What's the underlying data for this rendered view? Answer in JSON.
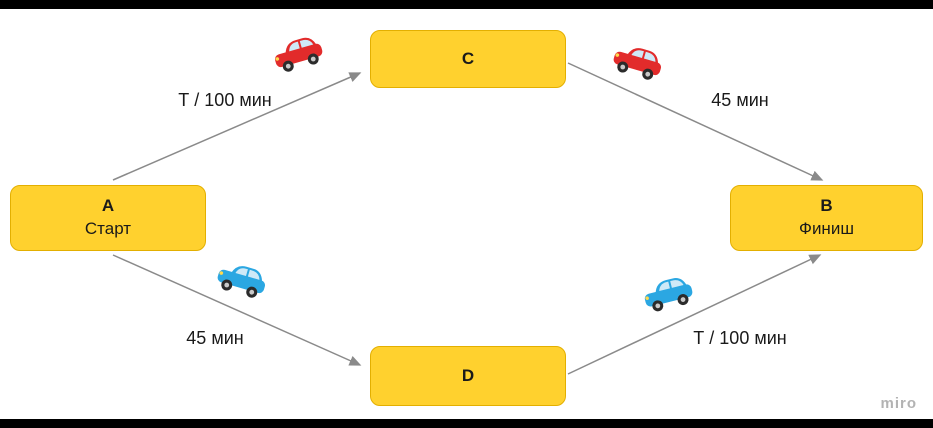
{
  "diagram": {
    "nodes": {
      "a": {
        "title": "A",
        "subtitle": "Старт"
      },
      "c": {
        "title": "C"
      },
      "d": {
        "title": "D"
      },
      "b": {
        "title": "B",
        "subtitle": "Финиш"
      }
    },
    "edges": {
      "a_c": {
        "label": "Т / 100 мин",
        "vehicle": "red-car"
      },
      "c_b": {
        "label": "45 мин",
        "vehicle": "red-car"
      },
      "a_d": {
        "label": "45 мин",
        "vehicle": "blue-car"
      },
      "d_b": {
        "label": "Т / 100 мин",
        "vehicle": "blue-car"
      }
    },
    "colors": {
      "node_fill": "#FFD12E",
      "node_border": "#E3AF00",
      "arrow": "#8A8A8A",
      "red_car": "#E22B2B",
      "blue_car": "#2BA7E2"
    }
  },
  "watermark": "miro"
}
